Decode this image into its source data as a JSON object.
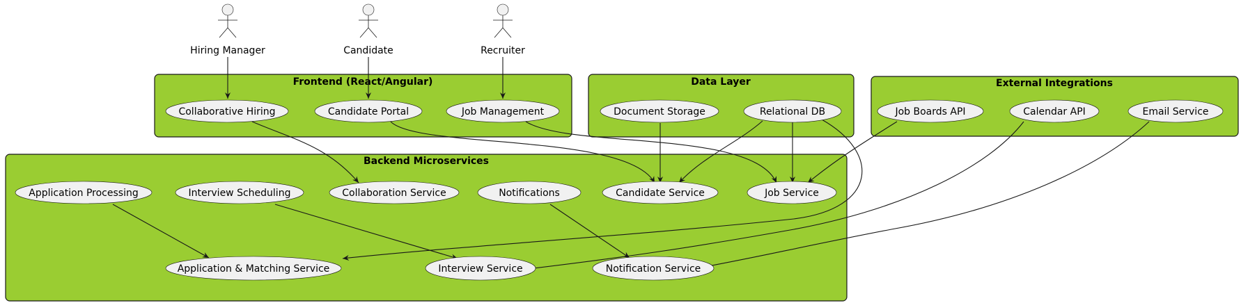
{
  "actors": {
    "hiring_manager": "Hiring Manager",
    "candidate": "Candidate",
    "recruiter": "Recruiter"
  },
  "packages": {
    "frontend": "Frontend (React/Angular)",
    "data": "Data Layer",
    "external": "External Integrations",
    "backend": "Backend Microservices"
  },
  "usecases": {
    "collaborative_hiring": "Collaborative Hiring",
    "candidate_portal": "Candidate Portal",
    "job_management": "Job Management",
    "document_storage": "Document Storage",
    "relational_db": "Relational DB",
    "job_boards_api": "Job Boards API",
    "calendar_api": "Calendar API",
    "email_service": "Email Service",
    "application_processing": "Application Processing",
    "interview_scheduling": "Interview Scheduling",
    "collaboration_service": "Collaboration Service",
    "notifications": "Notifications",
    "candidate_service": "Candidate Service",
    "job_service": "Job Service",
    "app_matching_service": "Application & Matching Service",
    "interview_service": "Interview Service",
    "notification_service": "Notification Service"
  },
  "colors": {
    "package_fill": "#9ACD32",
    "node_fill": "#F1F1F1",
    "line": "#181818"
  }
}
